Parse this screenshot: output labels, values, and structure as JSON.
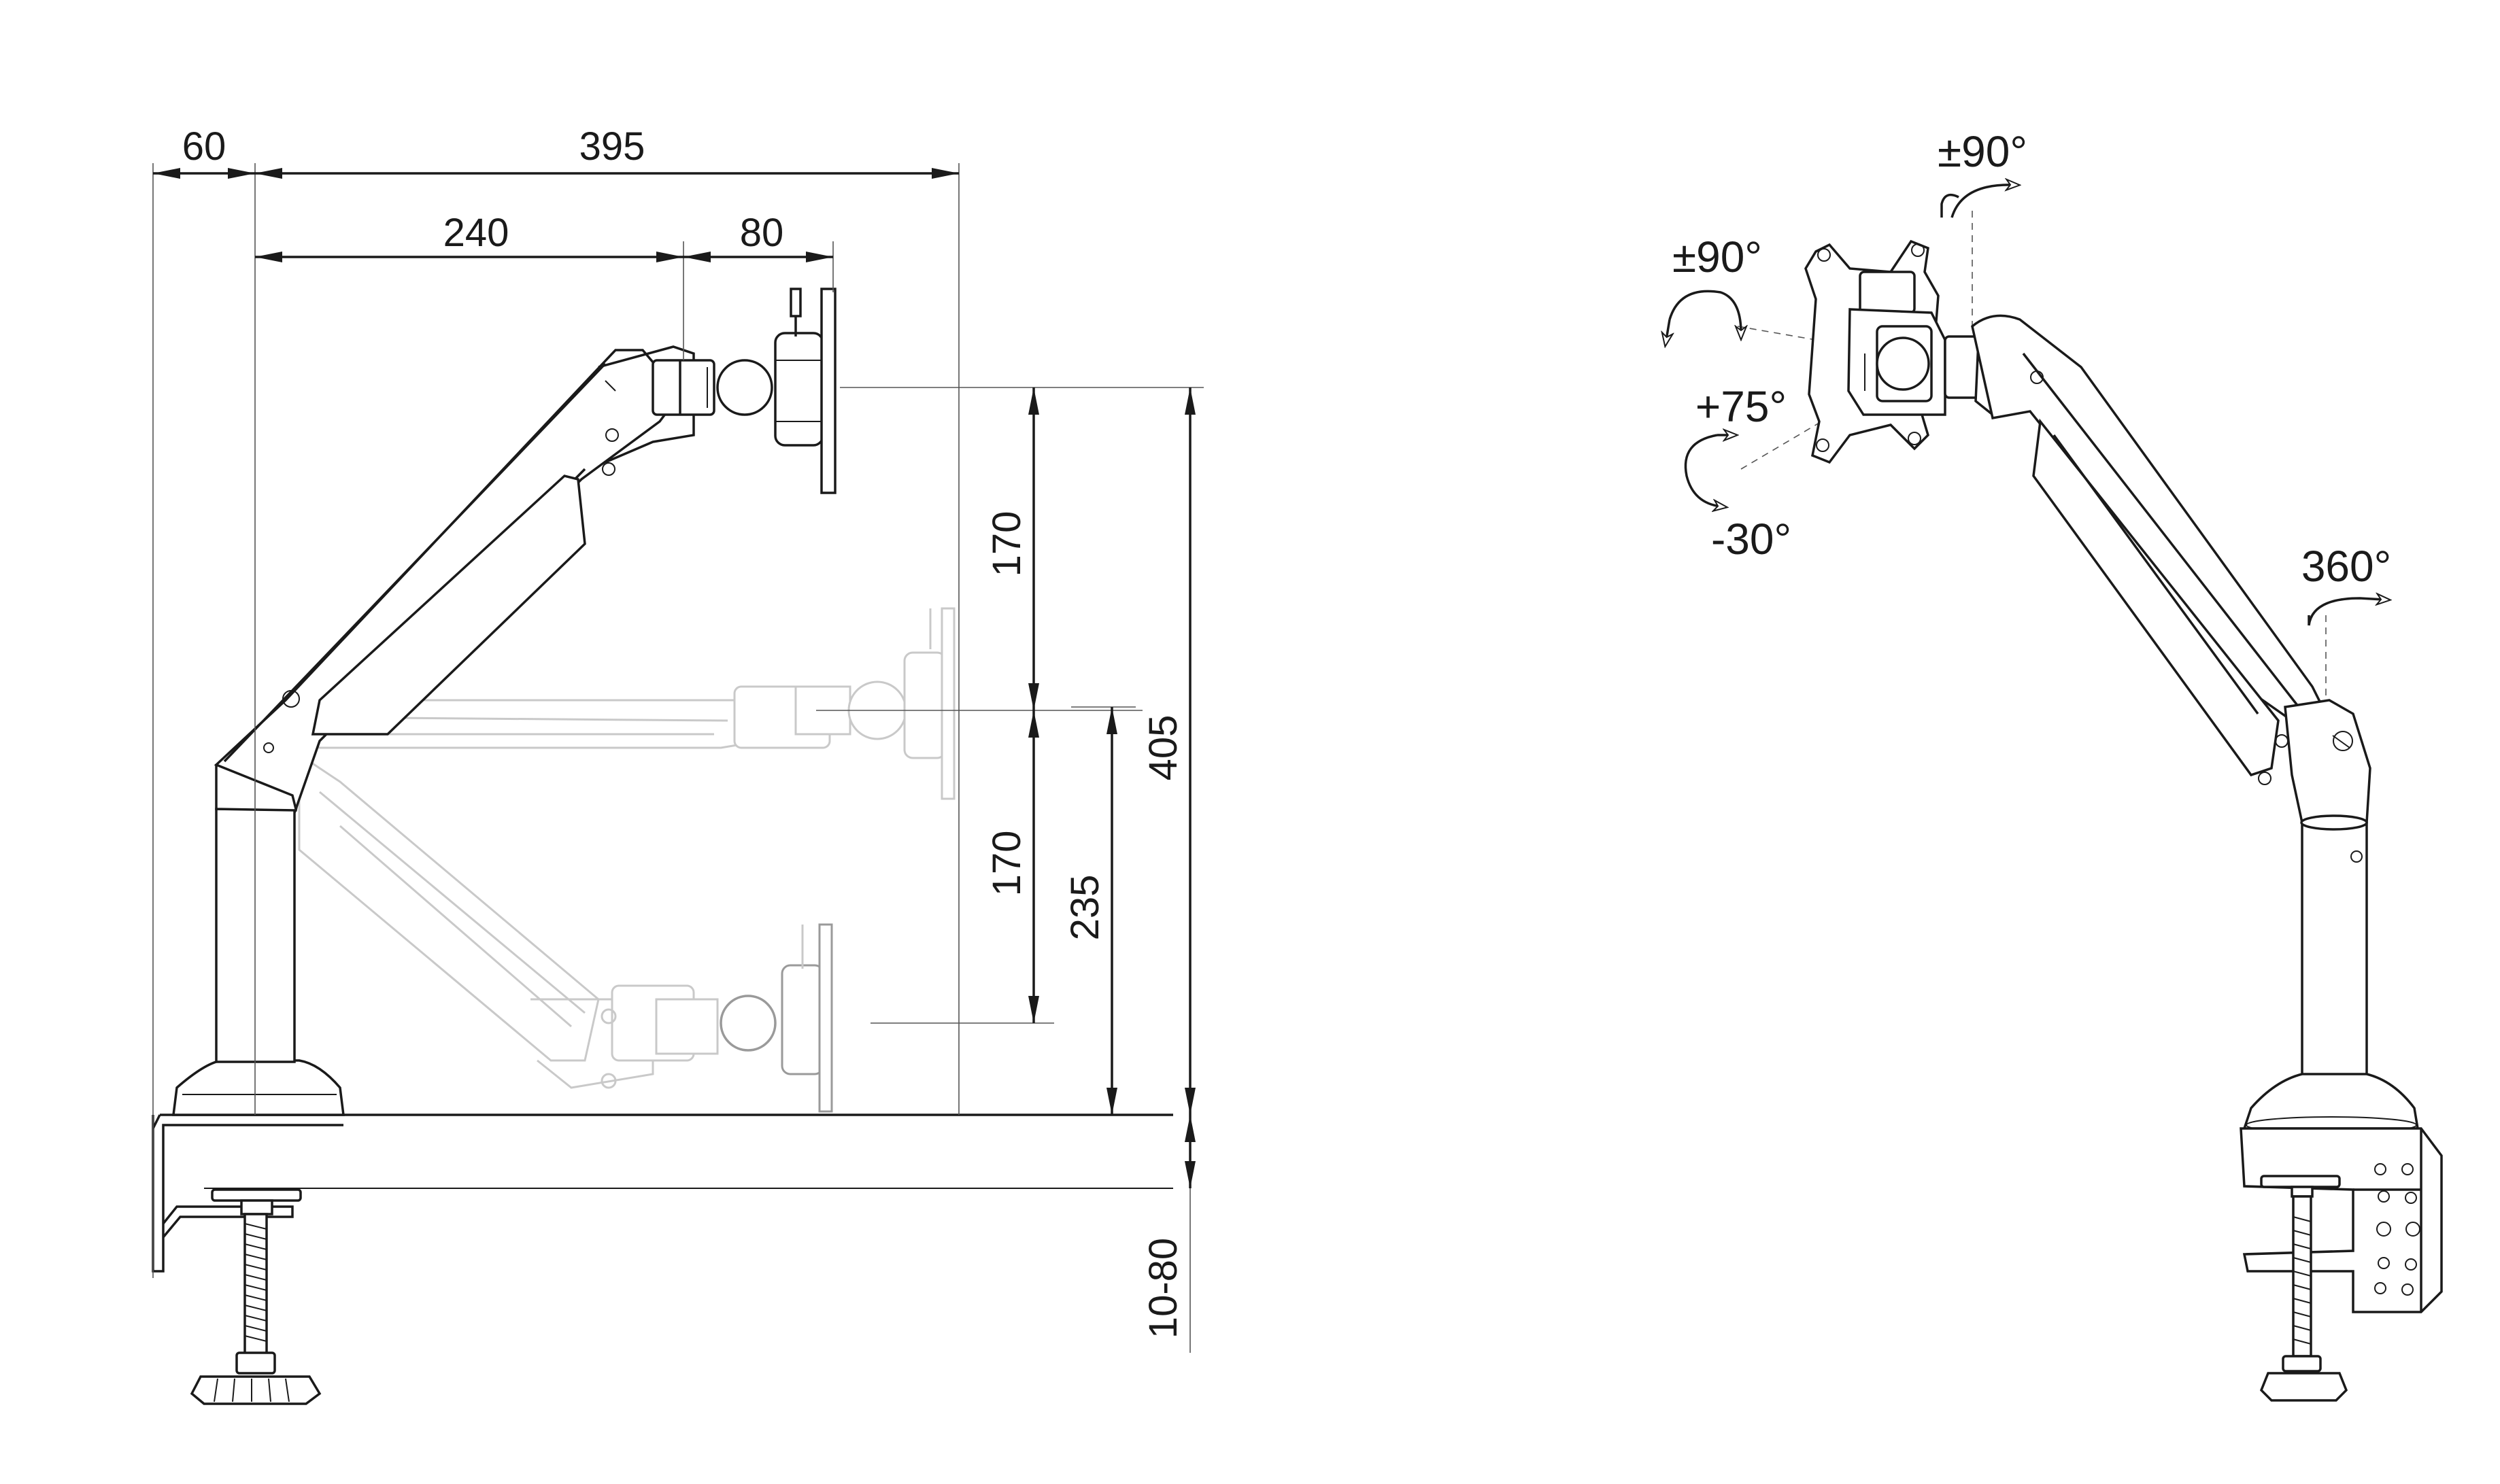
{
  "dimensions": {
    "d60": "60",
    "d395": "395",
    "d240": "240",
    "d80": "80",
    "d170_upper": "170",
    "d170_lower": "170",
    "d235": "235",
    "d405": "405",
    "d10_80": "10-80"
  },
  "rotations": {
    "tilt_pm90": "±90°",
    "swivel_pm90": "±90°",
    "tilt_up": "+75°",
    "tilt_down": "-30°",
    "base_360": "360°"
  }
}
